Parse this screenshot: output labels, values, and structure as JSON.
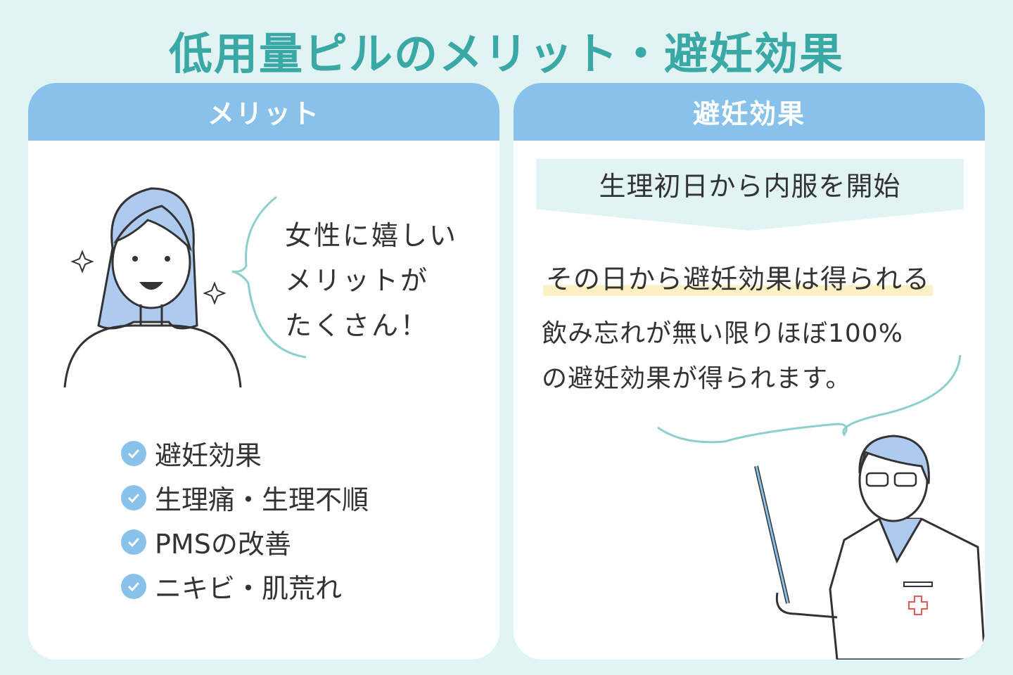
{
  "title": "低用量ピルのメリット・避妊効果",
  "merit_card": {
    "header": "メリット",
    "speech": [
      "女性に嬉しい",
      "メリットが",
      "たくさん！"
    ],
    "items": [
      "避妊効果",
      "生理痛・生理不順",
      "PMSの改善",
      "ニキビ・肌荒れ"
    ]
  },
  "effect_card": {
    "header": "避妊効果",
    "step": "生理初日から内服を開始",
    "result": "その日から避妊効果は得られる",
    "desc": [
      "飲み忘れが無い限りほぼ100%",
      "の避妊効果が得られます。"
    ]
  },
  "colors": {
    "background": "#e2f3f3",
    "title": "#3aa9a6",
    "header": "#88c1ea",
    "highlight": "#fdf0c4"
  }
}
